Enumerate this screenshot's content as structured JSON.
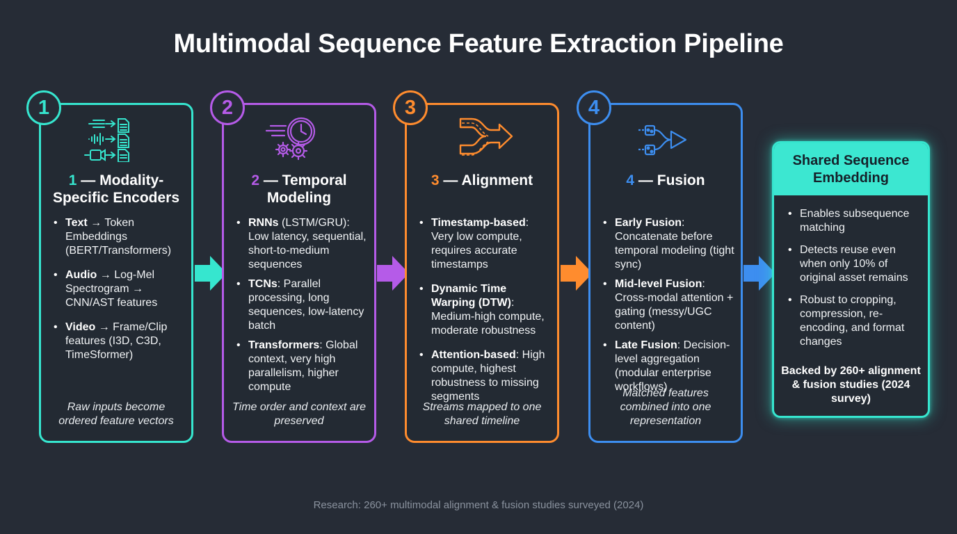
{
  "title": "Multimodal Sequence Feature Extraction Pipeline",
  "footer": "Research: 260+ multimodal alignment & fusion studies surveyed (2024)",
  "colors": {
    "background": "#262c36",
    "stage1": "#36e6cf",
    "stage2": "#b55be8",
    "stage3": "#ff8c2e",
    "stage4": "#3d8ef0"
  },
  "stages": [
    {
      "number": "1",
      "title_num": "1",
      "title_text": " — Modality-Specific Encoders",
      "icon": "modality-encoders-icon",
      "points": [
        {
          "bold": "Text",
          "text": " → Token Embeddings (BERT/Transformers)"
        },
        {
          "bold": "Audio",
          "text": " → Log-Mel Spectrogram → CNN/AST features"
        },
        {
          "bold": "Video",
          "text": " → Frame/Clip features (I3D, C3D, TimeSformer)"
        }
      ],
      "caption": "Raw inputs become ordered feature vectors"
    },
    {
      "number": "2",
      "title_num": "2",
      "title_text": " — Temporal Modeling",
      "icon": "clock-gears-icon",
      "points": [
        {
          "bold": "RNNs",
          "text": " (LSTM/GRU): Low latency, sequential, short-to-medium sequences"
        },
        {
          "bold": "TCNs",
          "text": ": Parallel processing, long sequences, low-latency batch"
        },
        {
          "bold": "Transformers",
          "text": ": Global context, very high parallelism, higher compute"
        }
      ],
      "caption": "Time order and context are preserved"
    },
    {
      "number": "3",
      "title_num": "3",
      "title_text": " — Alignment",
      "icon": "merging-roads-icon",
      "points": [
        {
          "bold": "Timestamp-based",
          "text": ": Very low compute, requires accurate timestamps"
        },
        {
          "bold": "Dynamic Time Warping (DTW)",
          "text": ": Medium-high compute, moderate robustness"
        },
        {
          "bold": "Attention-based",
          "text": ": High compute, highest robustness to missing segments"
        }
      ],
      "caption": "Streams mapped to one shared timeline"
    },
    {
      "number": "4",
      "title_num": "4",
      "title_text": " — Fusion",
      "icon": "fusion-icon",
      "points": [
        {
          "bold": "Early Fusion",
          "text": ": Concatenate before temporal modeling (tight sync)"
        },
        {
          "bold": "Mid-level Fusion",
          "text": ": Cross-modal attention + gating (messy/UGC content)"
        },
        {
          "bold": "Late Fusion",
          "text": ": Decision-level aggregation (modular enterprise workflows)"
        }
      ],
      "caption": "Matched features combined into one representation"
    }
  ],
  "output": {
    "title": "Shared Sequence Embedding",
    "points": [
      "Enables subsequence matching",
      "Detects reuse even when only 10% of original asset remains",
      "Robust to cropping, compression, re-encoding, and format changes"
    ],
    "note": "Backed by 260+ alignment & fusion studies (2024 survey)"
  }
}
